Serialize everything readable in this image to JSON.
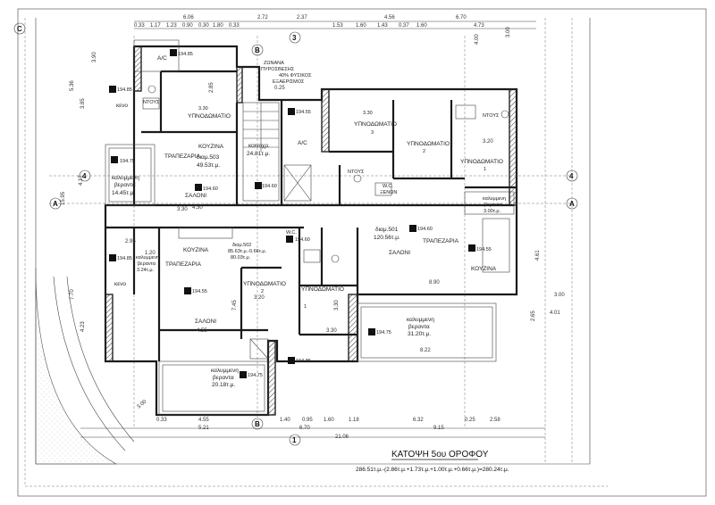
{
  "title": "ΚΑΤΟΨΗ 5ου ΟΡΟΦΟΥ",
  "area_formula": "286.51τ.μ.-(2.86τ.μ.+1.73τ.μ.+1.00τ.μ.+0.66τ.μ.)=280.24τ.μ.",
  "rooms": {
    "ac_top": "A/C",
    "elev_194_85_top": "194.85",
    "keno_left": "κενο",
    "ntous_left": "ΝΤΟΥΣ",
    "bedroom_330_a": "3.30",
    "bedroom_a": "ΥΠΝΟΔΩΜΑΤΙΟ",
    "kouzina_top": "ΚΟΥΖΙΝΑ",
    "trapezaria_top": "ΤΡΑΠΕΖΑΡΙΑ",
    "diam503": "διαμ.503",
    "diam503_area": "49.53τ.μ.",
    "saloni_top": "ΣΑΛΟΝΙ",
    "elev_194_75_left": "194.75",
    "elev_194_60_left": "194.60",
    "kalymmeni_verada_1": "καλυμμενη",
    "verada_1": "βεραντα",
    "verada_1_area": "14.45τ.μ.",
    "zoni_1": "ΖΩΝΑΝΑ",
    "zoni_2": "ΠΥΡΟΣΒΕΣΗΣ",
    "zoni_3": "40% ΦΥΣΙΚΟΣ",
    "zoni_4": "ΕΞΑΕΡΙΣΜΟΣ",
    "koinoxr": "κοινοχρ.",
    "koinoxr_area": "24.81τ.μ.",
    "elev_194_55": "194.55",
    "ac_mid": "A/C",
    "elev_194_60_mid": "194.60",
    "bedroom_b_num": "3.30",
    "bedroom_b": "ΥΠΝΟΔΩΜΑΤΙΟ",
    "bedroom_b_idx": "3",
    "bedroom_c": "ΥΠΝΟΔΩΜΑΤΙΟ",
    "bedroom_c_idx": "2",
    "bedroom_d": "ΥΠΝΟΔΩΜΑΤΙΟ",
    "bedroom_d_idx": "1",
    "ntous_right": "ΝΤΟΥΣ",
    "ntous_mid": "ΝΤΟΥΣ",
    "wc_xenon": "W.C.",
    "xenon": "ΞΕΝΩΝ",
    "kalymmeni_verada_2": "καλυμμενη",
    "verada_2": "βεραντα",
    "verada_2_area": "3.00τ.μ.",
    "diam501": "διαμ.501",
    "diam501_area": "120.56τ.μ.",
    "elev_194_60_r": "194.60",
    "trapezaria_r": "ΤΡΑΠΕΖΑΡΙΑ",
    "elev_194_55_r": "194.55",
    "saloni_r": "ΣΑΛΟΝΙ",
    "kouzina_r": "ΚΟΥΖΙΝΑ",
    "kouzina_502": "ΚΟΥΖΙΝΑ",
    "diam502": "διαμ.502",
    "diam502_area": "85.63τ.μ.-0.66τ.μ.",
    "diam502_area2": "80.03τ.μ.",
    "elev_194_85_b": "194.85",
    "keno_b": "κενο",
    "kalymmeni_verada_3": "καλυμμενη",
    "verada_3": "βεραντα",
    "verada_3_area": "3.24τ.μ.",
    "trapezaria_502": "ΤΡΑΠΕΖΑΡΙΑ",
    "elev_194_55_502": "194.55",
    "saloni_502": "ΣΑΛΟΝΙ",
    "bedroom_e": "ΥΠΝΟΔΩΜΑΤΙΟ",
    "bedroom_e_idx": "2",
    "bedroom_f": "ΥΠΝΟΔΩΜΑΤΙΟ",
    "bedroom_f_idx": "1",
    "kalymmeni_verada_4": "καλυμμενη",
    "verada_4": "βεραντα",
    "verada_4_area": "20.18τ.μ.",
    "elev_194_75_b": "194.75",
    "elev_194_85_bb": "194.85",
    "kalymmeni_verada_5": "καλυμμενη",
    "verada_5": "βεραντα",
    "verada_5_area": "31.20τ.μ.",
    "elev_194_75_r": "194.75",
    "wc_small": "W.C.",
    "elev_small": "194.60"
  },
  "dims_top": [
    "0.33",
    "1.17",
    "1.23",
    "0.90",
    "0.30",
    "1.80",
    "0.33",
    "6.06",
    "2.72",
    "2.37",
    "1.53",
    "1.60",
    "1.43",
    "0.37",
    "1.60",
    "4.56",
    "6.70",
    "4.73"
  ],
  "dims_bottom": [
    "0.33",
    "4.55",
    "5.21",
    "1.40",
    "0.95",
    "1.60",
    "1.18",
    "6.70",
    "6.32",
    "0.25",
    "2.58",
    "9.15",
    "21.06"
  ],
  "dims_misc": [
    "4.00",
    "3.00",
    "3.00",
    "4.01",
    "3.00",
    "8.90",
    "8.22",
    "3.20",
    "3.30",
    "3.20",
    "4.55",
    "4.30",
    "3.30",
    "2.95",
    "1.20",
    "7.45",
    "3.30",
    "2.65",
    "4.61",
    "15.95",
    "5.36",
    "3.85",
    "4.17",
    "7.70",
    "4.23",
    "3.90",
    "2.85",
    "0.25"
  ],
  "axes": {
    "A_left": "A",
    "A_right": "A",
    "four_right": "4",
    "four_left": "4",
    "B_top": "B",
    "B_bottom": "B",
    "three_top": "3",
    "one_bottom": "1",
    "C_left": "C"
  }
}
